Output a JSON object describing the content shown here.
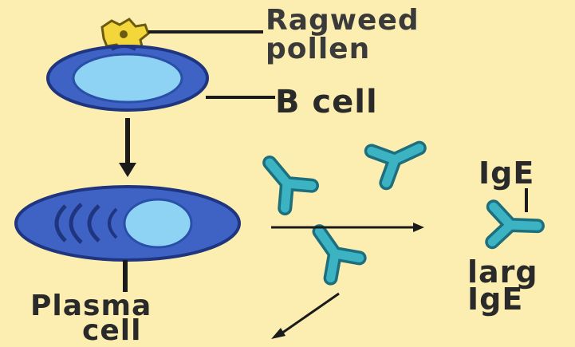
{
  "labels": {
    "ragweed": "Ragweed",
    "pollen": "pollen",
    "b_cell": "B cell",
    "ige": "IgE",
    "large": "larg",
    "ige_2": "IgE",
    "plasma": "Plasma",
    "cell": "cell"
  },
  "colors": {
    "background": "#fbeeb0",
    "cell_outer": "#3f63c4",
    "cell_nucleus": "#8fd3f4",
    "antibody": "#2fa7b8",
    "pollen": "#f2d63a",
    "lines": "#1b1b1b"
  }
}
